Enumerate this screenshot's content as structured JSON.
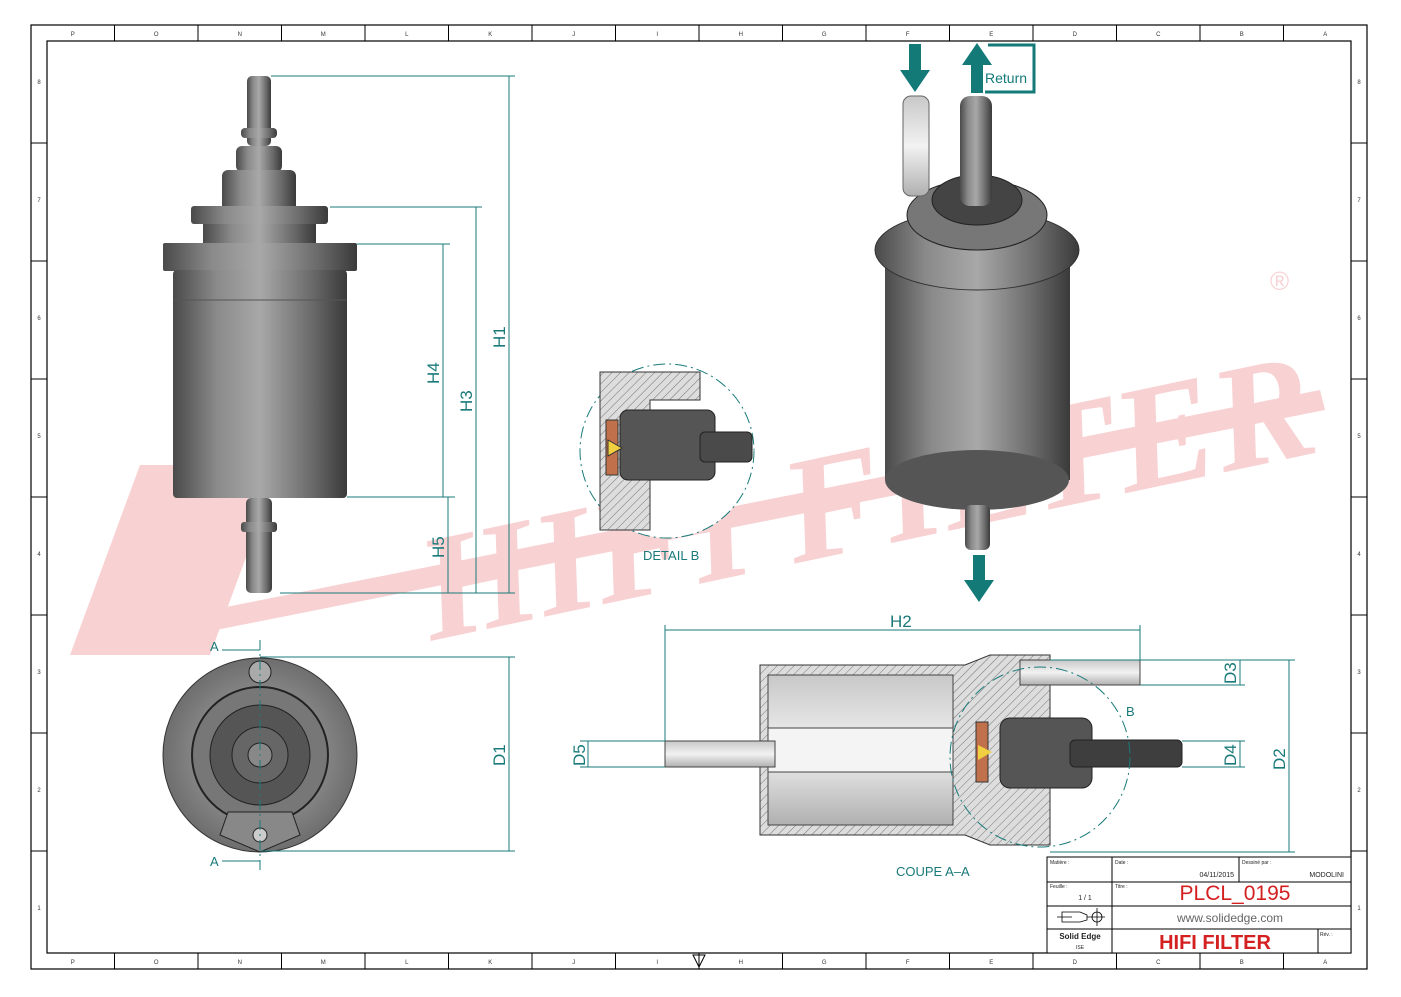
{
  "watermark": {
    "text": "HIFI FILTER",
    "registered": "®",
    "color": "#e0303a"
  },
  "border": {
    "columns": [
      "P",
      "O",
      "N",
      "M",
      "L",
      "K",
      "J",
      "I",
      "H",
      "G",
      "F",
      "E",
      "D",
      "C",
      "B",
      "A"
    ],
    "rows": [
      "8",
      "7",
      "6",
      "5",
      "4",
      "3",
      "2",
      "1"
    ]
  },
  "dimensions": {
    "h1": "H1",
    "h2": "H2",
    "h3": "H3",
    "h4": "H4",
    "h5": "H5",
    "d1": "D1",
    "d2": "D2",
    "d3": "D3",
    "d4": "D4",
    "d5": "D5"
  },
  "labels": {
    "section_a_top": "A",
    "section_a_bottom": "A",
    "detail_marker": "B",
    "detail_b": "DETAIL B",
    "section_view": "COUPE A–A",
    "return": "Return"
  },
  "title_block": {
    "material_label": "Matière :",
    "date_label": "Date :",
    "date": "04/11/2015",
    "drawn_by_label": "Dessiné par :",
    "drawn_by": "MODOLINI",
    "sheet_label": "Feuille :",
    "sheet": "1 / 1",
    "title_label": "Titre :",
    "title": "PLCL_0195",
    "website": "www.solidedge.com",
    "software": "Solid Edge",
    "software_sub": "ISE",
    "company": "HIFI FILTER",
    "revision_label": "Rév. :"
  },
  "colors": {
    "dimension": "#1a7a7a",
    "accent_arrow": "#137a78",
    "title_red": "#d42020"
  }
}
